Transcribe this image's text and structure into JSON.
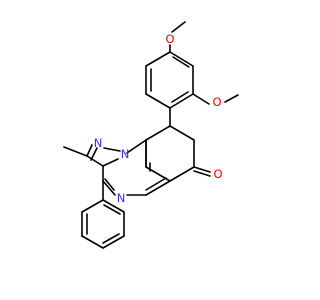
{
  "molecule": {
    "atom_labels": {
      "o_methoxy_top": "O",
      "o_methoxy_right": "O",
      "o_ketone": "O",
      "n_pyrazole_2": "N",
      "n_pyrazole_1": "N",
      "n_pyrimidine": "N"
    },
    "colors": {
      "carbon_bond": "#000000",
      "nitrogen": "#3030ff",
      "oxygen": "#ff0000",
      "background": "#ffffff"
    }
  }
}
